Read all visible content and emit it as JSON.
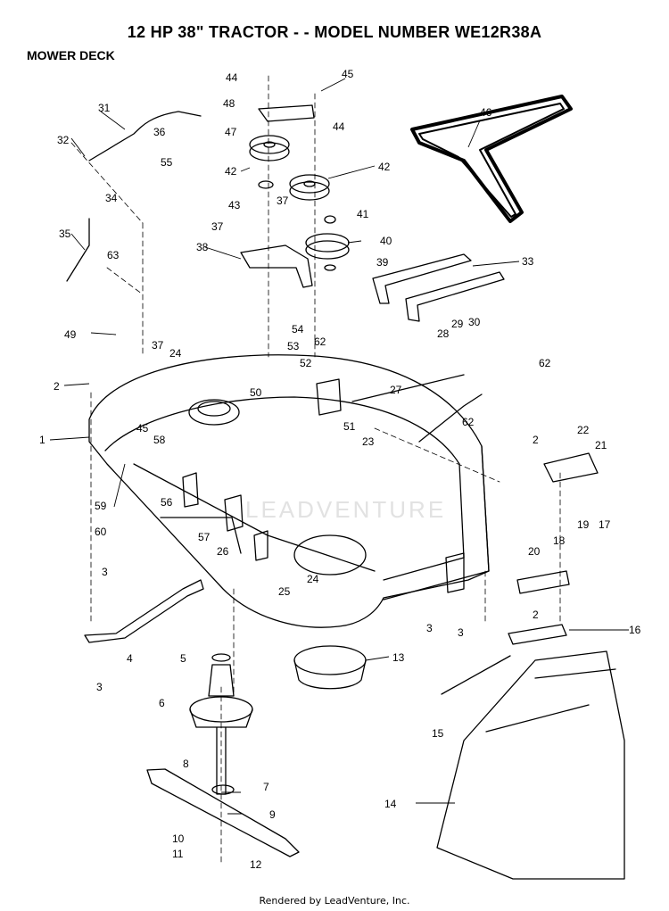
{
  "title": "12 HP 38\" TRACTOR - - MODEL NUMBER WE12R38A",
  "subtitle": "MOWER DECK",
  "footer": "Rendered by LeadVenture, Inc.",
  "watermark": "LEADVENTURE",
  "part_labels": [
    "1",
    "2",
    "2",
    "2",
    "3",
    "3",
    "3",
    "3",
    "4",
    "5",
    "6",
    "7",
    "8",
    "9",
    "10",
    "11",
    "12",
    "13",
    "14",
    "15",
    "16",
    "17",
    "18",
    "19",
    "20",
    "21",
    "22",
    "23",
    "24",
    "24",
    "25",
    "26",
    "27",
    "28",
    "29",
    "30",
    "31",
    "32",
    "33",
    "34",
    "35",
    "36",
    "37",
    "37",
    "37",
    "38",
    "39",
    "40",
    "41",
    "42",
    "42",
    "43",
    "44",
    "44",
    "45",
    "45",
    "46",
    "47",
    "48",
    "49",
    "50",
    "51",
    "52",
    "53",
    "54",
    "55",
    "56",
    "57",
    "58",
    "59",
    "60",
    "62",
    "62",
    "62",
    "63"
  ]
}
